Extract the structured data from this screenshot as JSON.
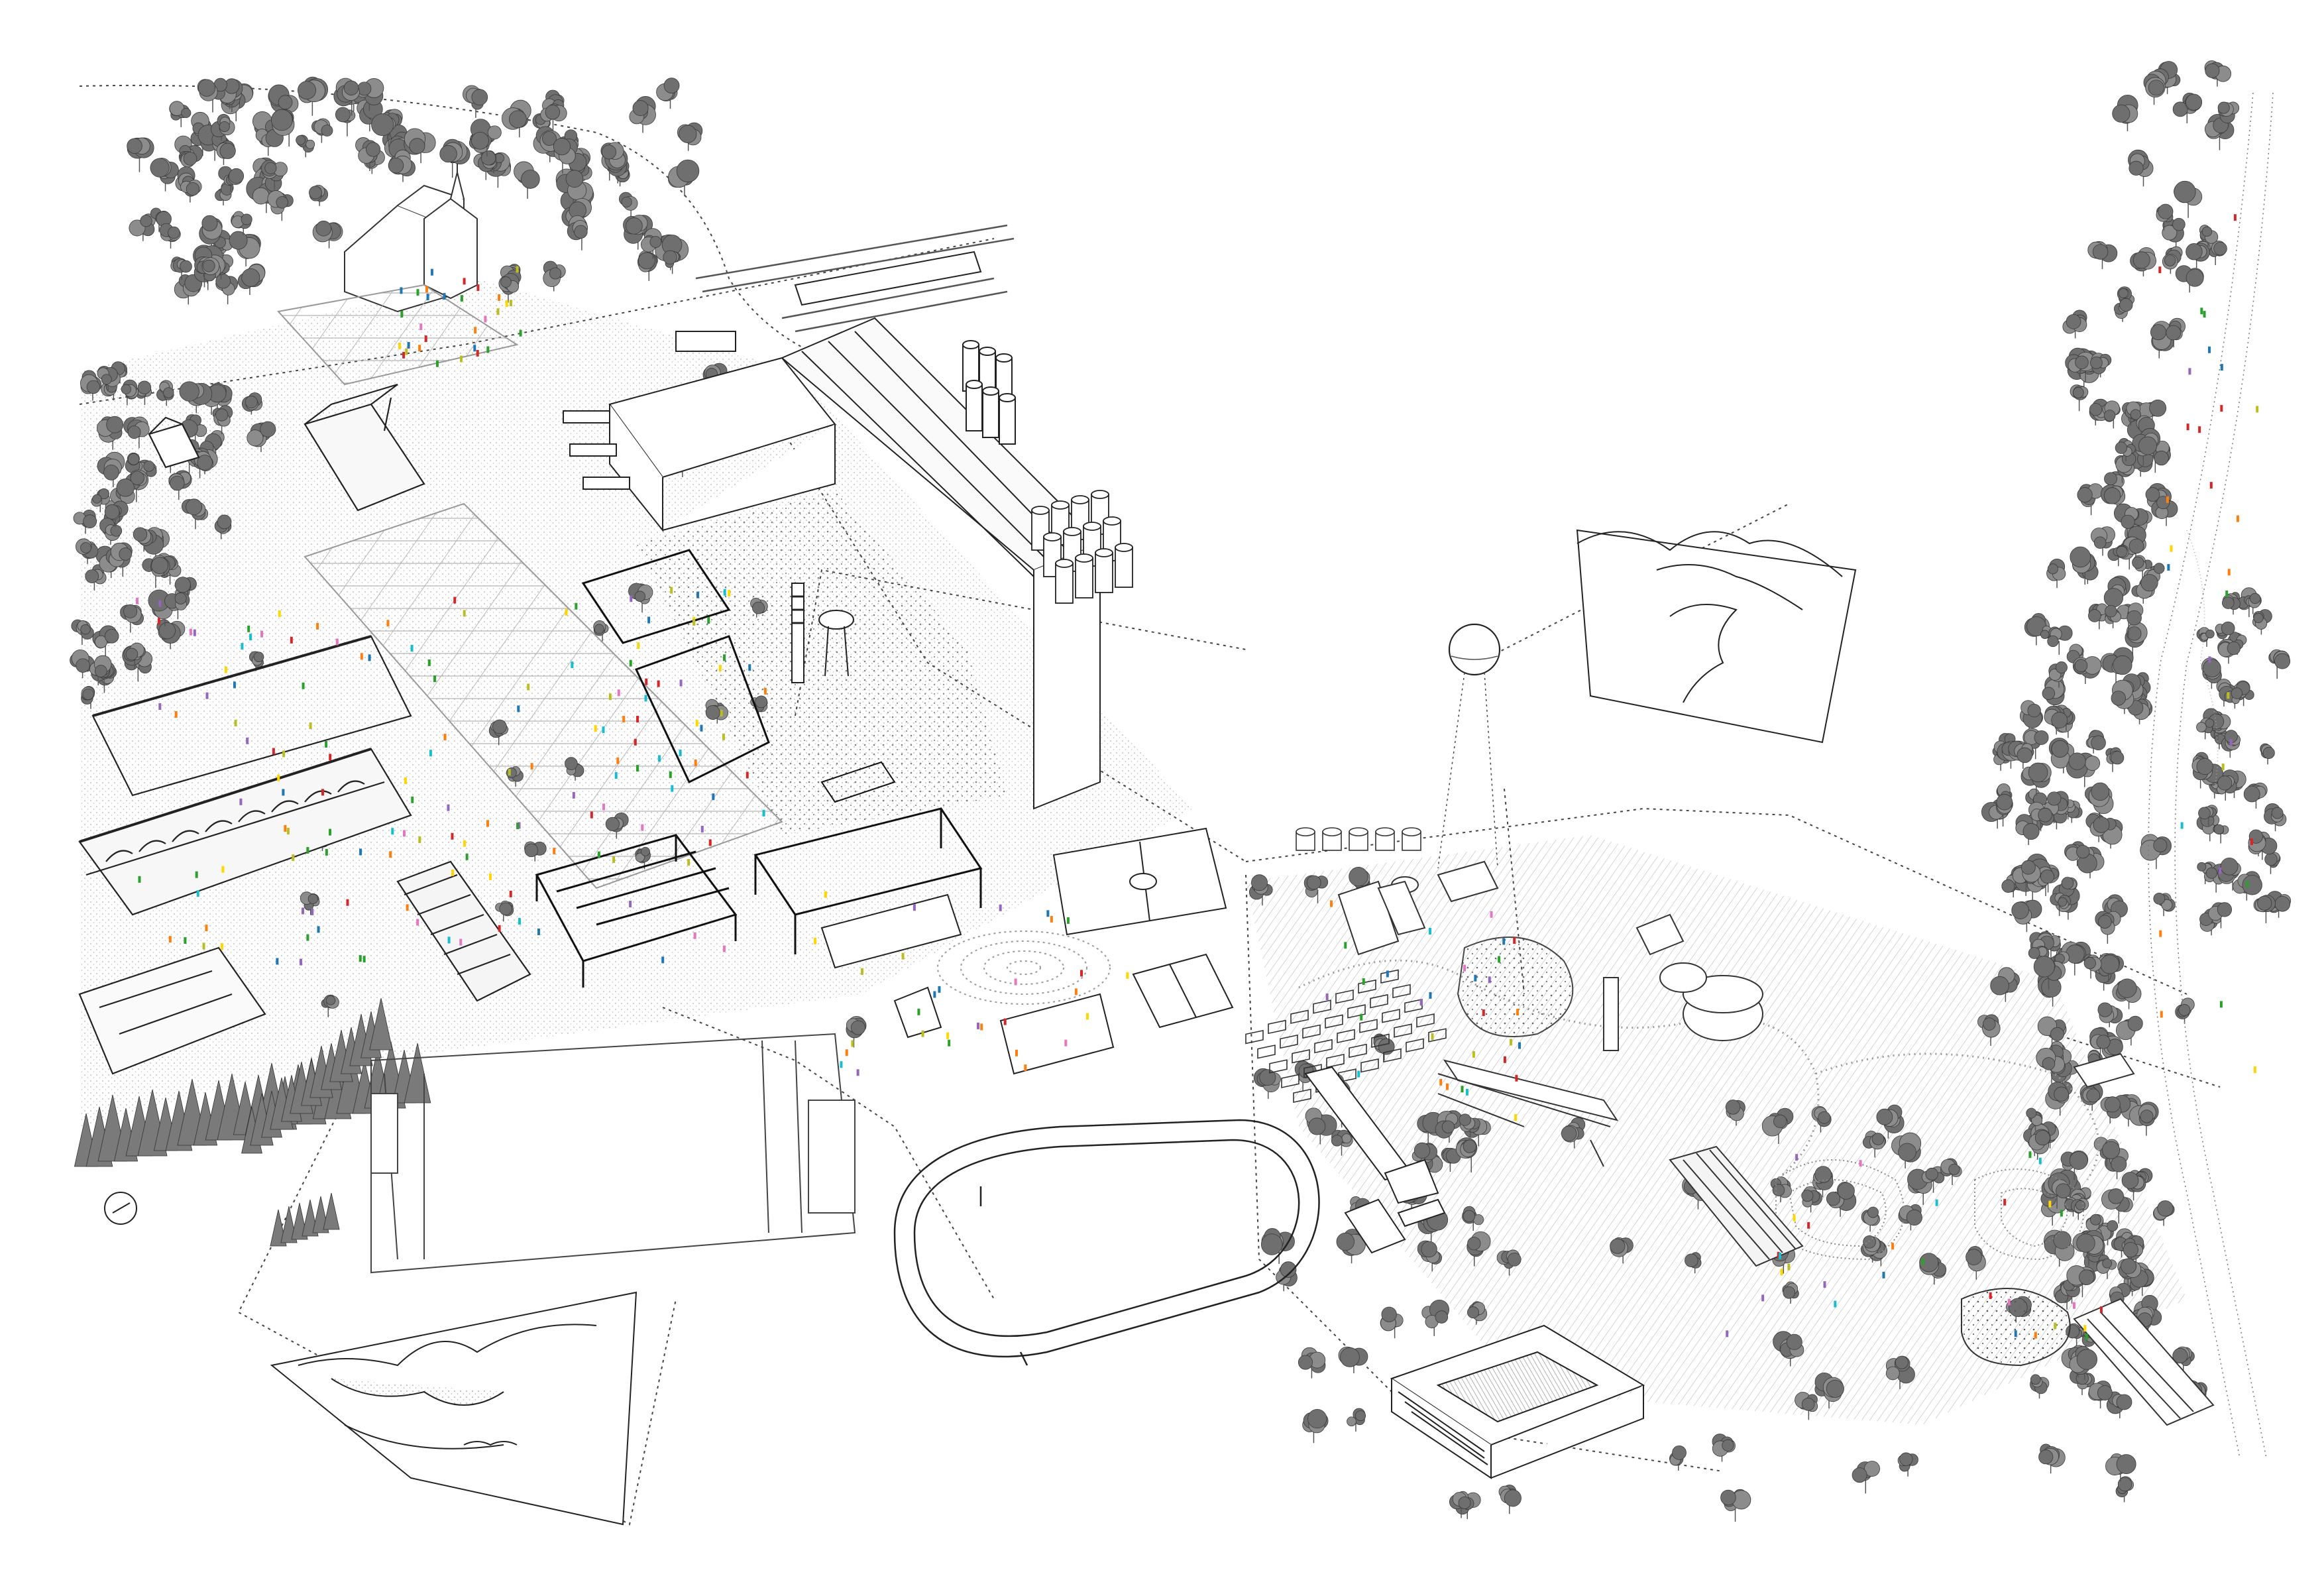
{
  "title": "",
  "colors": {
    "ink": "#2b2b2b",
    "line": "#4a4a4a",
    "tree_fill": "#8c8c8c",
    "tree_dark": "#6f6f6f",
    "hatch": "#9a9a9a",
    "paper": "#ffffff",
    "figure_palette": [
      "#d62728",
      "#1f77b4",
      "#ff7f0e",
      "#2ca02c",
      "#9467bd",
      "#e377c2",
      "#bcbd22",
      "#17becf",
      "#ffd700"
    ]
  },
  "diagram": {
    "type": "axonometric site plan",
    "zones": [
      "church-on-hill",
      "industrial-sheds",
      "greenhouse-grid",
      "silos-and-factory",
      "tower-plaza",
      "sports-courts",
      "running-track",
      "balloon-park",
      "ponds-and-meadow",
      "courtyard-building",
      "riverside-forest"
    ],
    "insets": [
      "mountain-valley-inset",
      "coastline-inset"
    ],
    "icons": [
      "north-arrow-icon",
      "hot-air-balloon-icon"
    ]
  }
}
